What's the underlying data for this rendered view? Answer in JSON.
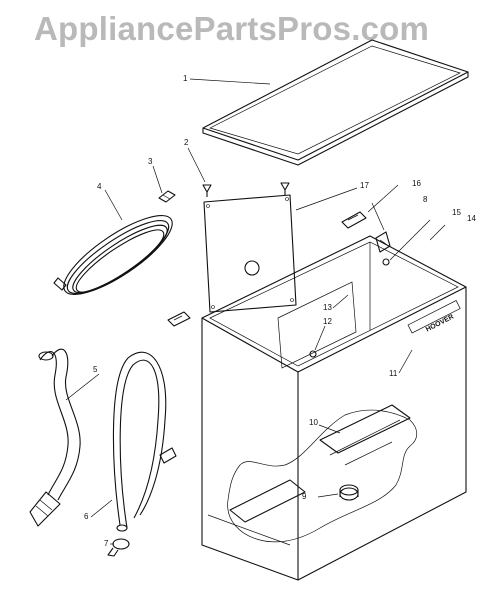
{
  "watermark": "AppliancePartsPros.com",
  "callouts": [
    {
      "id": "c1",
      "label": "1"
    },
    {
      "id": "c2",
      "label": "2"
    },
    {
      "id": "c3",
      "label": "3"
    },
    {
      "id": "c4",
      "label": "4"
    },
    {
      "id": "c5",
      "label": "5"
    },
    {
      "id": "c6",
      "label": "6"
    },
    {
      "id": "c7",
      "label": "7"
    },
    {
      "id": "c8",
      "label": "8"
    },
    {
      "id": "c9",
      "label": "9"
    },
    {
      "id": "c10",
      "label": "10"
    },
    {
      "id": "c11",
      "label": "11"
    },
    {
      "id": "c12",
      "label": "12"
    },
    {
      "id": "c13",
      "label": "13"
    },
    {
      "id": "c14",
      "label": "14"
    },
    {
      "id": "c15",
      "label": "15"
    },
    {
      "id": "c16",
      "label": "16"
    },
    {
      "id": "c17",
      "label": "17"
    }
  ],
  "brand_plate": "HOOVER"
}
